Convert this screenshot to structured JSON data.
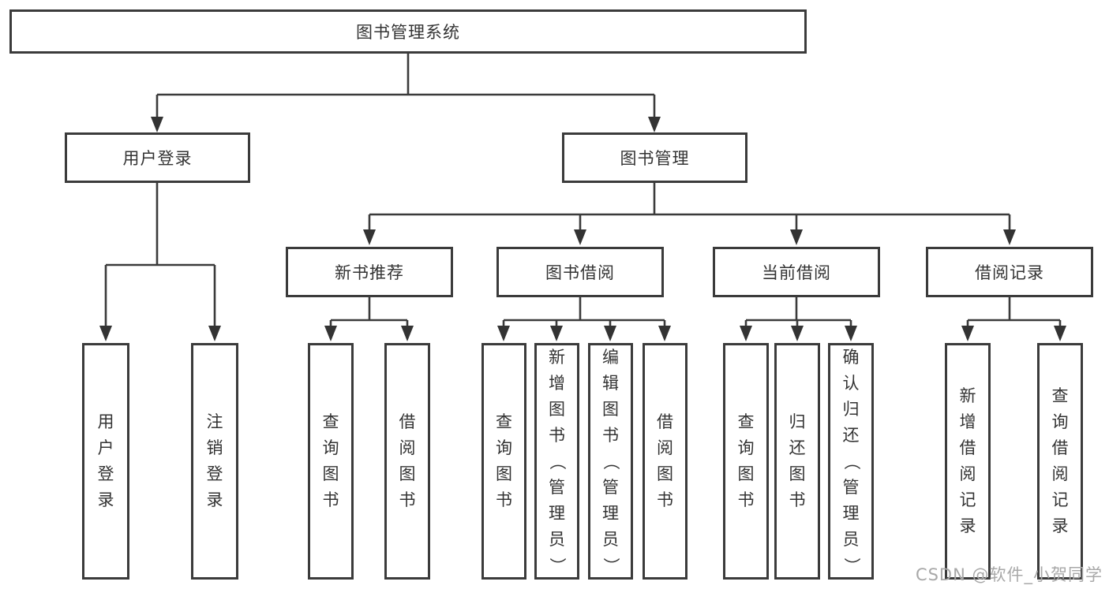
{
  "diagram": {
    "type": "tree",
    "title": "图书管理系统",
    "nodes": {
      "root": "图书管理系统",
      "user_login": "用户登录",
      "book_mgmt": "图书管理",
      "new_book_rec": "新书推荐",
      "book_borrow": "图书借阅",
      "current_borrow": "当前借阅",
      "borrow_records": "借阅记录",
      "ul_user_login": "用户登录",
      "ul_logout": "注销登录",
      "nbr_query_book": "查询图书",
      "nbr_borrow_book": "借阅图书",
      "bb_query_book": "查询图书",
      "bb_add_book": "新增图书（管理员）",
      "bb_edit_book": "编辑图书（管理员）",
      "bb_borrow_book": "借阅图书",
      "cb_query_book": "查询图书",
      "cb_return_book": "归还图书",
      "cb_confirm_return": "确认归还（管理员）",
      "br_add_record": "新增借阅记录",
      "br_query_record": "查询借阅记录"
    },
    "edges": [
      [
        "root",
        "user_login"
      ],
      [
        "root",
        "book_mgmt"
      ],
      [
        "user_login",
        "ul_user_login"
      ],
      [
        "user_login",
        "ul_logout"
      ],
      [
        "book_mgmt",
        "new_book_rec"
      ],
      [
        "book_mgmt",
        "book_borrow"
      ],
      [
        "book_mgmt",
        "current_borrow"
      ],
      [
        "book_mgmt",
        "borrow_records"
      ],
      [
        "new_book_rec",
        "nbr_query_book"
      ],
      [
        "new_book_rec",
        "nbr_borrow_book"
      ],
      [
        "book_borrow",
        "bb_query_book"
      ],
      [
        "book_borrow",
        "bb_add_book"
      ],
      [
        "book_borrow",
        "bb_edit_book"
      ],
      [
        "book_borrow",
        "bb_borrow_book"
      ],
      [
        "current_borrow",
        "cb_query_book"
      ],
      [
        "current_borrow",
        "cb_return_book"
      ],
      [
        "current_borrow",
        "cb_confirm_return"
      ],
      [
        "borrow_records",
        "br_add_record"
      ],
      [
        "borrow_records",
        "br_query_record"
      ]
    ]
  },
  "colors": {
    "line": "#3b3b3b",
    "text": "#333333",
    "background": "#ffffff",
    "watermark": "#a8a8a8"
  },
  "watermark": "CSDN @软件_小贺同学"
}
